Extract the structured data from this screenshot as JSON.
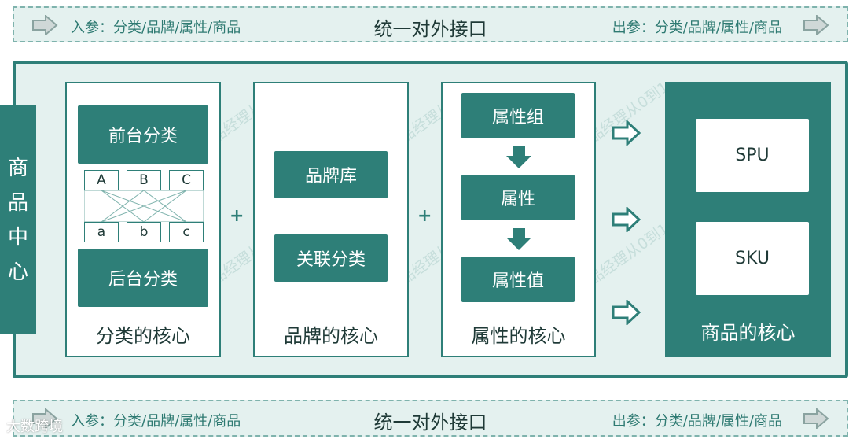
{
  "interface_top": {
    "title": "统一对外接口",
    "input_label": "入参：分类/品牌/属性/商品",
    "output_label": "出参：分类/品牌/属性/商品"
  },
  "interface_bottom": {
    "title": "统一对外接口",
    "input_label": "入参：分类/品牌/属性/商品",
    "output_label": "出参：分类/品牌/属性/商品"
  },
  "side_tab": [
    "商",
    "品",
    "中",
    "心"
  ],
  "category_card": {
    "front": "前台分类",
    "upper_letters": [
      "A",
      "B",
      "C"
    ],
    "lower_letters": [
      "a",
      "b",
      "c"
    ],
    "back": "后台分类",
    "label": "分类的核心"
  },
  "plus_signs": [
    "+",
    "+"
  ],
  "brand_card": {
    "box1": "品牌库",
    "box2": "关联分类",
    "label": "品牌的核心"
  },
  "attribute_card": {
    "box1": "属性组",
    "box2": "属性",
    "box3": "属性值",
    "label": "属性的核心"
  },
  "product_card": {
    "box1": "SPU",
    "box2": "SKU",
    "label": "商品的核心"
  },
  "watermark": "@电商产品经理从0到1",
  "footer_logo": "大数跨境",
  "colors": {
    "accent": "#2e7f78",
    "panel_bg": "#e4f1ef",
    "arrow_fill": "#cfd8d7"
  }
}
